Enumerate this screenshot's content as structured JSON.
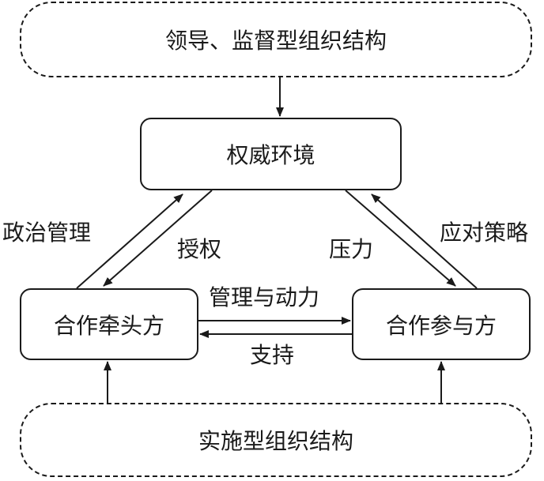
{
  "boxes": {
    "top_structure": "领导、监督型组织结构",
    "authority_env": "权威环境",
    "lead_party": "合作牵头方",
    "participant": "合作参与方",
    "bottom_structure": "实施型组织结构"
  },
  "labels": {
    "political_mgmt": "政治管理",
    "authorize": "授权",
    "pressure": "压力",
    "strategy": "应对策略",
    "mgmt_power": "管理与动力",
    "support": "支持"
  }
}
